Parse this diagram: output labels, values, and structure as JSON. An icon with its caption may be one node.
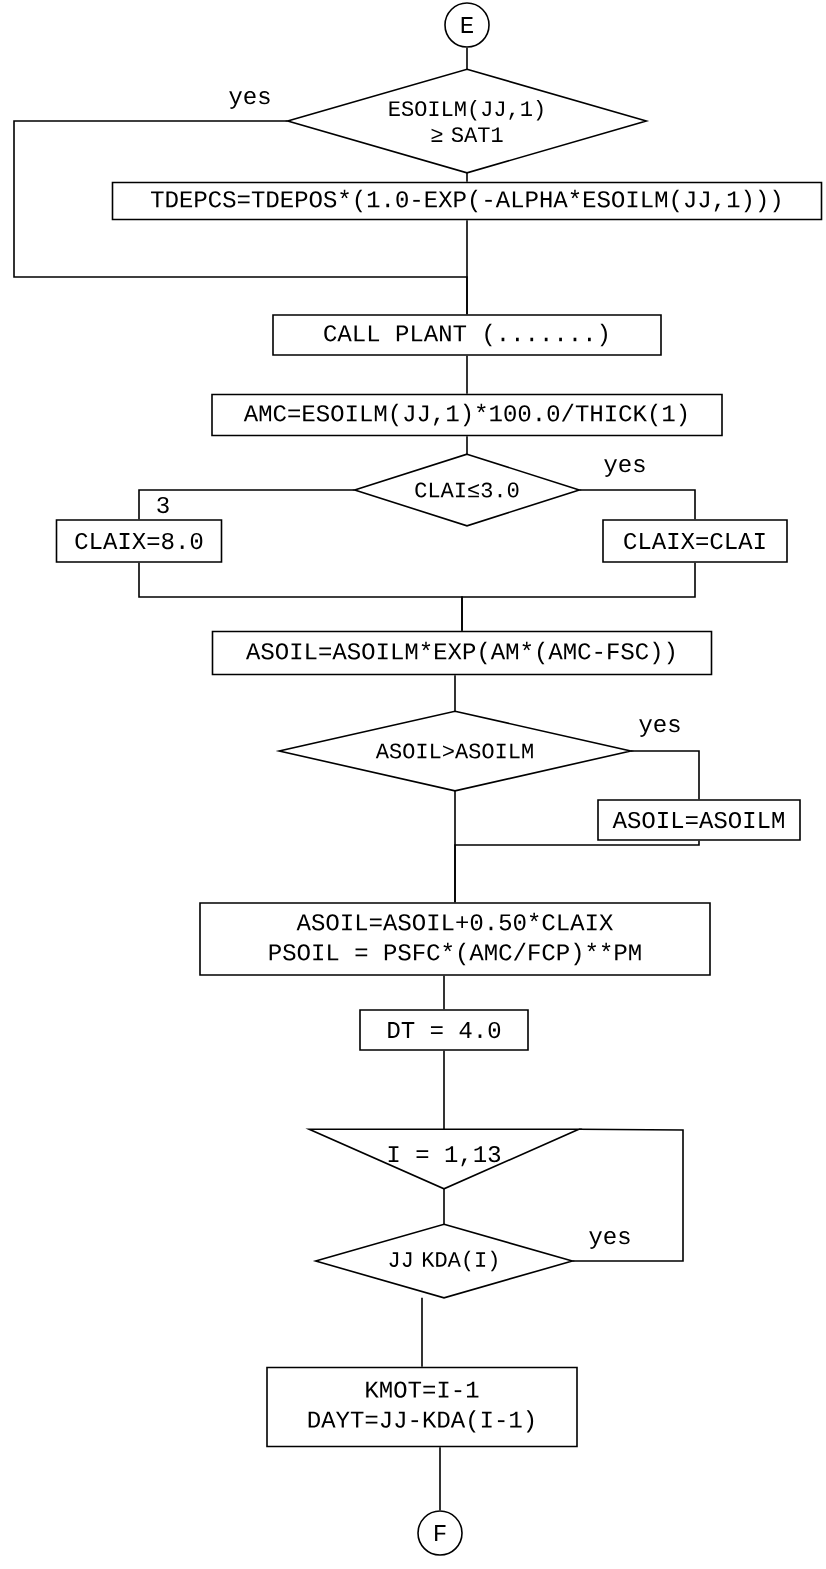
{
  "diagram": {
    "nodes": [
      {
        "text": [
          "E"
        ]
      },
      {
        "text": [
          "ESOILM(JJ,1) ≥ SAT1"
        ]
      },
      {
        "text": [
          "TDEPCS=TDEPOS*(1.0-EXP(-ALPHA*ESOILM(JJ,1)))"
        ]
      },
      {
        "text": [
          "CALL PLANT (.......)"
        ]
      },
      {
        "text": [
          "AMC=ESOILM(JJ,1)*100.0/THICK(1)"
        ]
      },
      {
        "text": [
          "CLAI≤3.0"
        ]
      },
      {
        "text": [
          "CLAIX=8.0"
        ]
      },
      {
        "text": [
          "CLAIX=CLAI"
        ]
      },
      {
        "text": [
          "ASOIL=ASOILM*EXP(AM*(AMC-FSC))"
        ]
      },
      {
        "text": [
          "ASOIL>ASOILM"
        ]
      },
      {
        "text": [
          "ASOIL=ASOILM"
        ]
      },
      {
        "text": [
          "ASOIL=ASOIL+0.50*CLAIX",
          "PSOIL = PSFC*(AMC/FCP)**PM"
        ]
      },
      {
        "text": [
          "DT = 4.0"
        ]
      },
      {
        "text": [
          "I = 1,13"
        ]
      },
      {
        "text": [
          "JJ KDA(I)"
        ]
      },
      {
        "text": [
          "KMOT=I-1",
          "DAYT=JJ-KDA(I-1)"
        ]
      },
      {
        "text": [
          "F"
        ]
      }
    ],
    "edges": [
      {
        "from": 0,
        "to": 1,
        "arrow": "none"
      },
      {
        "from": 1,
        "to": 2,
        "arrow": "none"
      },
      {
        "from": 1,
        "to": 3,
        "arrow": "none",
        "label": "yes"
      },
      {
        "from": 2,
        "to": 3,
        "arrow": "none"
      },
      {
        "from": 3,
        "to": 4,
        "arrow": "none"
      },
      {
        "from": 4,
        "to": 5,
        "arrow": "none"
      },
      {
        "from": 5,
        "to": 6,
        "arrow": "none",
        "label": "3"
      },
      {
        "from": 5,
        "to": 7,
        "arrow": "none",
        "label": "yes"
      },
      {
        "from": 6,
        "to": 8,
        "arrow": "none"
      },
      {
        "from": 7,
        "to": 8,
        "arrow": "none"
      },
      {
        "from": 8,
        "to": 9,
        "arrow": "none"
      },
      {
        "from": 9,
        "to": 10,
        "arrow": "none",
        "label": "yes"
      },
      {
        "from": 9,
        "to": 11,
        "arrow": "none"
      },
      {
        "from": 10,
        "to": 11,
        "arrow": "none"
      },
      {
        "from": 11,
        "to": 12,
        "arrow": "none"
      },
      {
        "from": 12,
        "to": 13,
        "arrow": "none"
      },
      {
        "from": 13,
        "to": 14,
        "arrow": "none"
      },
      {
        "from": 14,
        "to": 13,
        "arrow": "none",
        "label": "yes"
      },
      {
        "from": 14,
        "to": 15,
        "arrow": "none"
      },
      {
        "from": 15,
        "to": 16,
        "arrow": "none"
      }
    ]
  }
}
